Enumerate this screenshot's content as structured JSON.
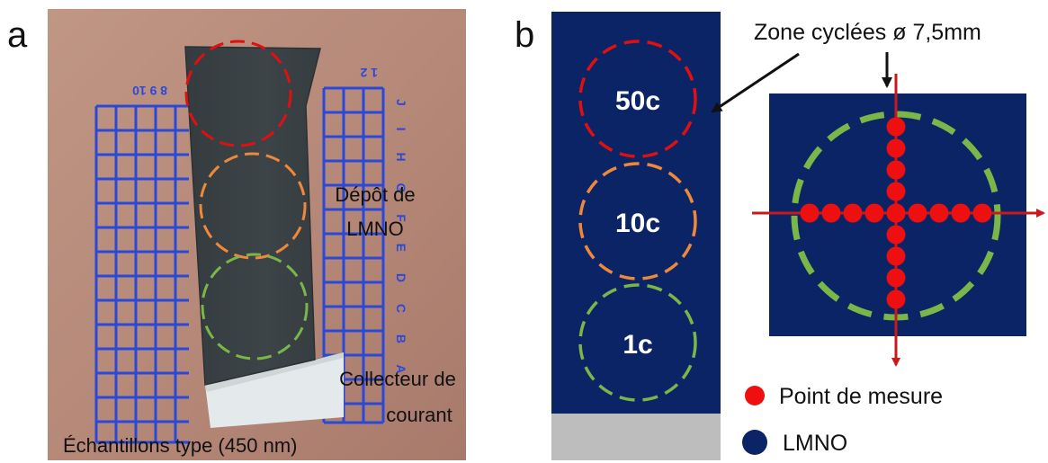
{
  "panel_a": {
    "letter": "a",
    "label_depot_line1": "Dépôt de",
    "label_depot_line2": "LMNO",
    "label_collecteur_line1": "Collecteur de",
    "label_collecteur_line2": "courant",
    "label_echantillons": "Échantillons type (450 nm)",
    "grid_numbers_left": "8 9 10",
    "grid_numbers_right": "1 2",
    "grid_letters_right": "J I H G F E D C B A"
  },
  "panel_b": {
    "letter": "b",
    "rings": [
      "50c",
      "10c",
      "1c"
    ],
    "zone_label": "Zone cyclées ø 7,5mm",
    "legend": {
      "point": "Point de mesure",
      "lmno": "LMNO"
    },
    "measurement_points": {
      "horizontal_count": 9,
      "vertical_count": 9
    }
  },
  "colors": {
    "navy": "#0b2466",
    "red": "#e01010",
    "orange": "#f0883a",
    "green": "#7ab648",
    "grey": "#bdbdbd",
    "arrow_red": "#c81a1a",
    "grid_blue": "#2a49d8",
    "photo_background": "#b58a7a",
    "sample_dark": "#3a4246"
  }
}
